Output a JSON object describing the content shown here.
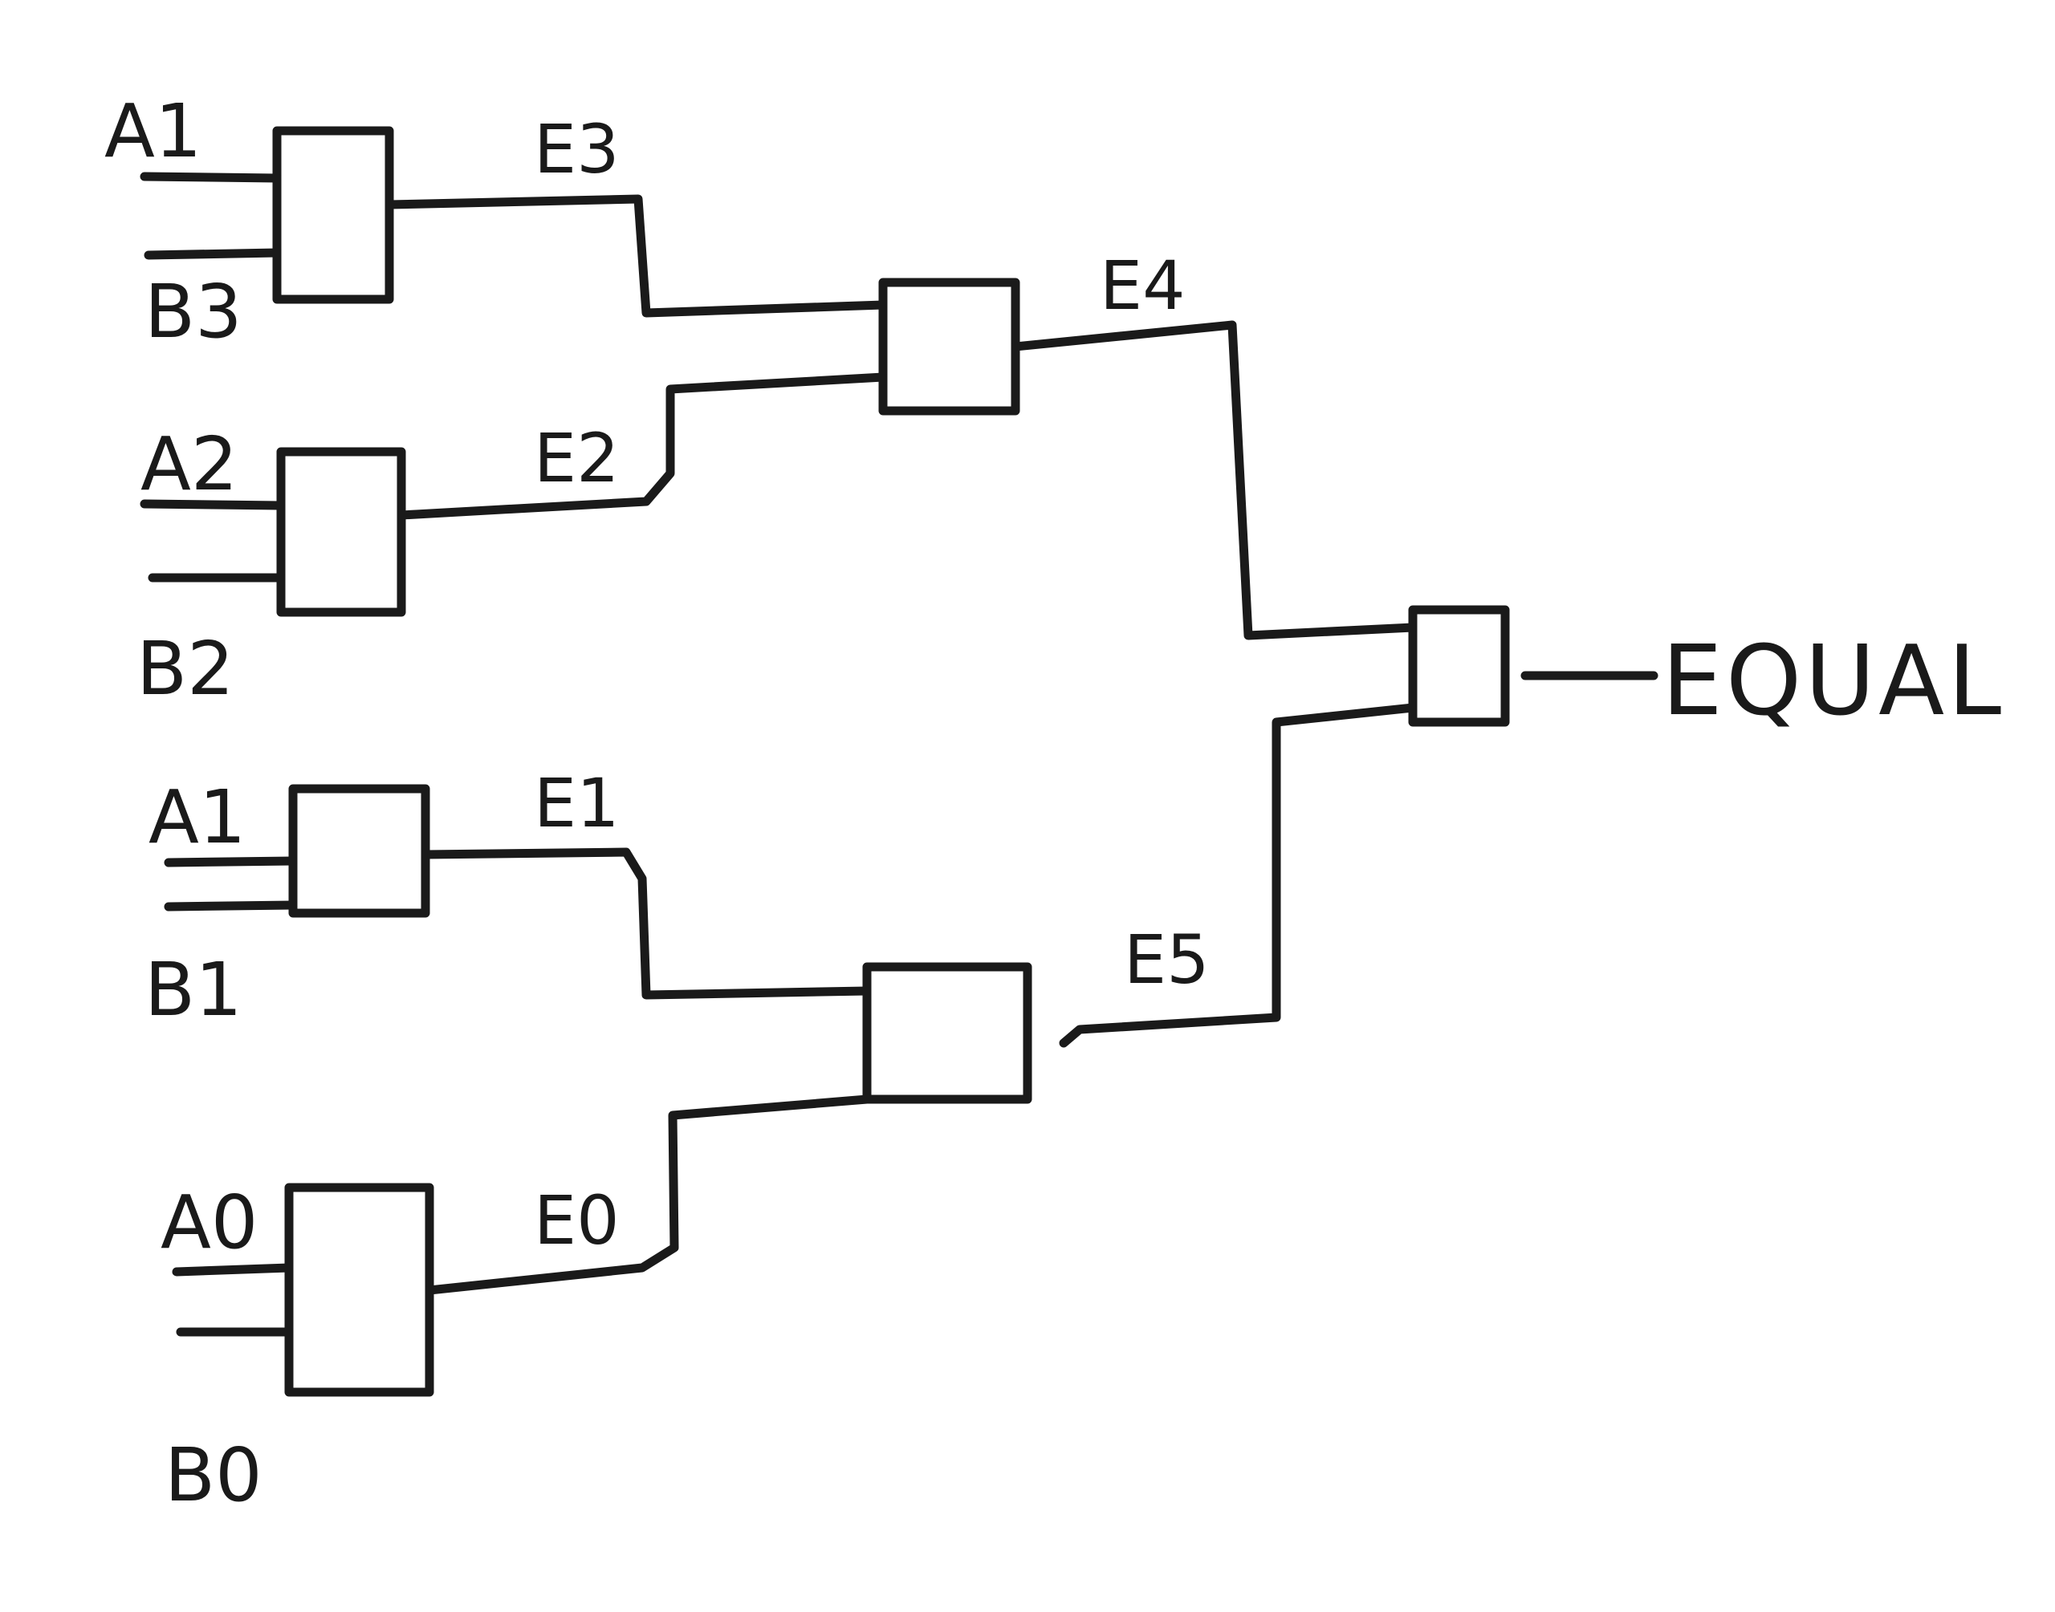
{
  "inputs": {
    "a3": "A1",
    "b3": "B3",
    "a2": "A2",
    "b2": "B2",
    "a1": "A1",
    "b1": "B1",
    "a0": "A0",
    "b0": "B0"
  },
  "signals": {
    "e3": "E3",
    "e2": "E2",
    "e1": "E1",
    "e0": "E0",
    "e4": "E4",
    "e5": "E5"
  },
  "output": {
    "label": "EQUAL"
  },
  "colors": {
    "ink": "#1a1a1a",
    "paper": "#ffffff"
  }
}
